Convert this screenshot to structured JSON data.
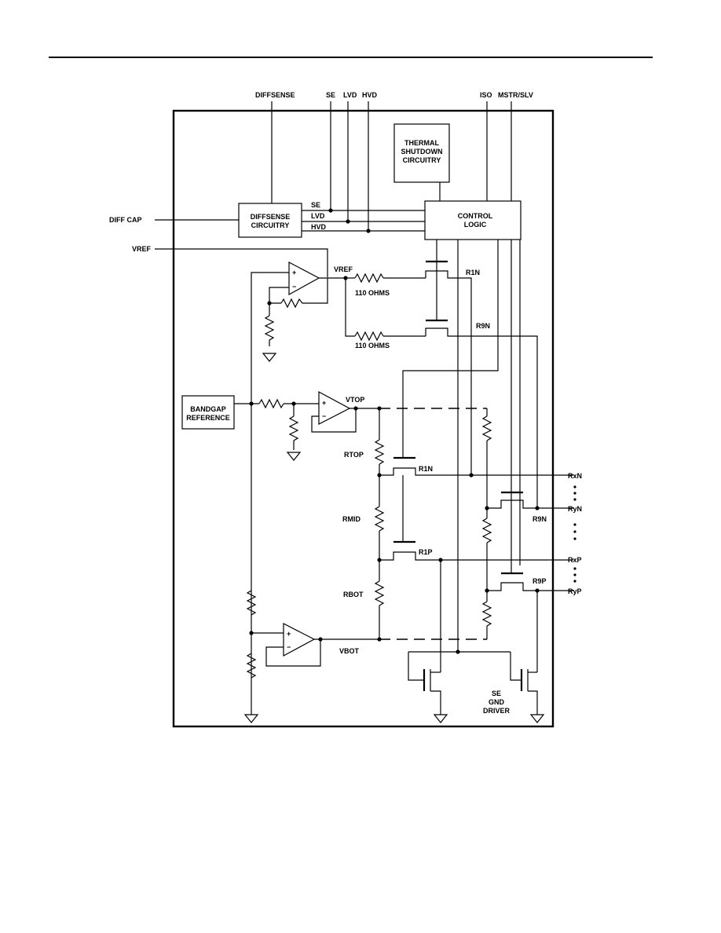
{
  "pins_top": {
    "diffsense": "DIFFSENSE",
    "se": "SE",
    "lvd": "LVD",
    "hvd": "HVD",
    "iso": "ISO",
    "mstr_slv": "MSTR/SLV"
  },
  "pins_left": {
    "diff_cap": "DIFF CAP",
    "vref": "VREF"
  },
  "blocks": {
    "thermal": [
      "THERMAL",
      "SHUTDOWN",
      "CIRCUITRY"
    ],
    "diffsense": [
      "DIFFSENSE",
      "CIRCUITRY"
    ],
    "control": [
      "CONTROL",
      "LOGIC"
    ],
    "bandgap": [
      "BANDGAP",
      "REFERENCE"
    ]
  },
  "signals": {
    "se": "SE",
    "lvd": "LVD",
    "hvd": "HVD",
    "vref": "VREF",
    "vtop": "VTOP",
    "vbot": "VBOT"
  },
  "components": {
    "r110_a": "110 OHMS",
    "r110_b": "110 OHMS",
    "r1n_top": "R1N",
    "r9n_top": "R9N",
    "rtop": "RTOP",
    "rmid": "RMID",
    "rbot": "RBOT",
    "r1n": "R1N",
    "r1p": "R1P",
    "r9n": "R9N",
    "r9p": "R9P",
    "se_gnd_driver": [
      "SE",
      "GND",
      "DRIVER"
    ]
  },
  "outputs": {
    "rxn": "RxN",
    "ryn": "RyN",
    "rxp": "RxP",
    "ryp": "RyP"
  },
  "opamp_signs": {
    "plus": "+",
    "minus": "−"
  }
}
